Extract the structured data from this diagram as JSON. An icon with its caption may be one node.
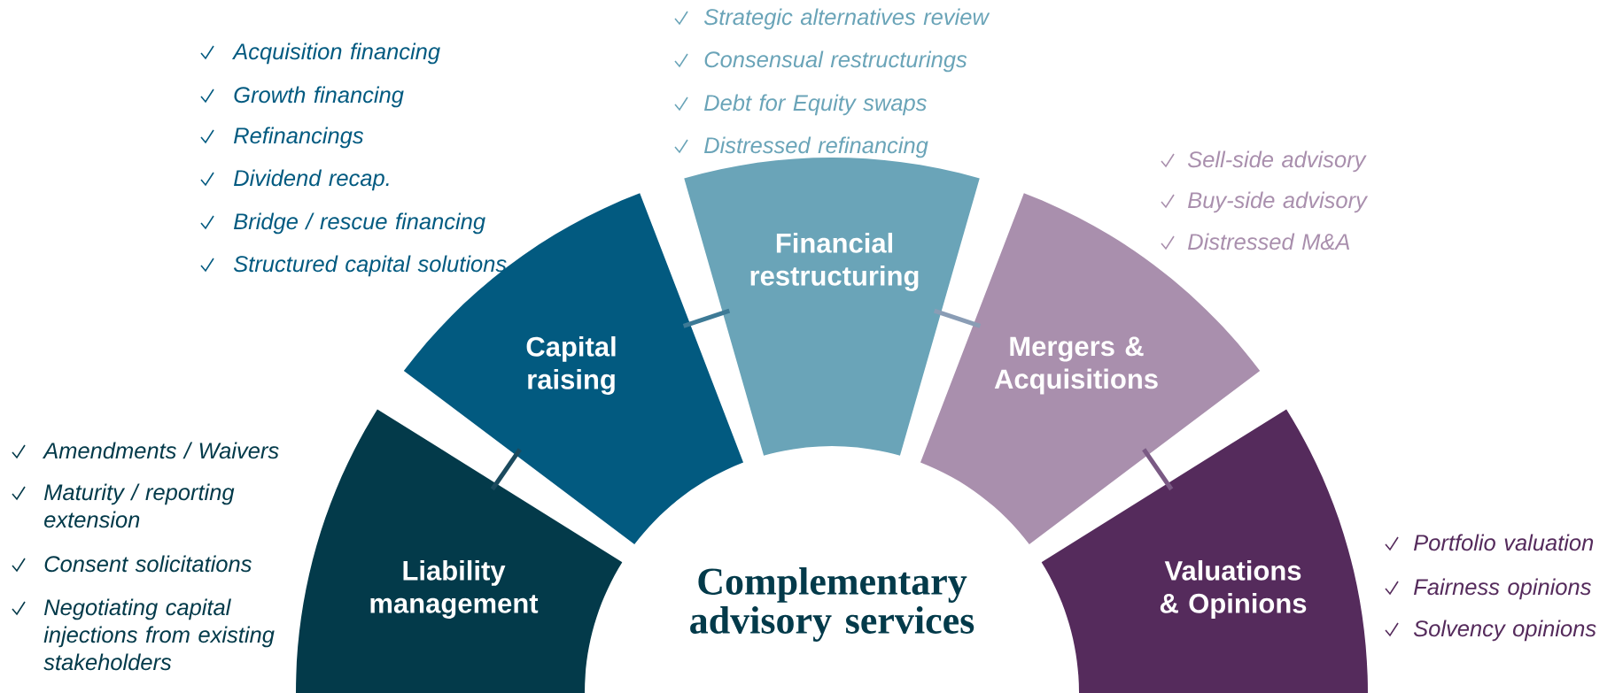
{
  "diagram": {
    "nodes": [
      {
        "text": [
          "Liability management"
        ],
        "beside": [
          "Amendments / Waivers",
          "Maturity / reporting extension",
          "Consent solicitations",
          "Negotiating capital injections from existing stakeholders"
        ]
      },
      {
        "text": [
          "Capital raising"
        ],
        "beside": [
          "Acquisition financing",
          "Growth financing",
          "Refinancings",
          "Dividend recap.",
          "Bridge / rescue financing",
          "Structured capital solutions"
        ]
      },
      {
        "text": [
          "Financial restructuring"
        ],
        "beside": [
          "Strategic alternatives review",
          "Consensual restructurings",
          "Debt for Equity swaps",
          "Distressed refinancing"
        ]
      },
      {
        "text": [
          "Mergers & Acquisitions"
        ],
        "beside": [
          "Sell-side advisory",
          "Buy-side advisory",
          "Distressed M&A"
        ]
      },
      {
        "text": [
          "Valuations & Opinions"
        ],
        "beside": [
          "Portfolio valuation",
          "Fairness opinions",
          "Solvency opinions"
        ]
      }
    ],
    "edges": [
      {
        "from": 0,
        "to": 1,
        "arrow": "none",
        "color": "#1b4a5e"
      },
      {
        "from": 1,
        "to": 2,
        "arrow": "none",
        "color": "#3d7a96"
      },
      {
        "from": 2,
        "to": 3,
        "arrow": "none",
        "color": "#8a9db5"
      },
      {
        "from": 3,
        "to": 4,
        "arrow": "none",
        "color": "#7a5a84"
      }
    ],
    "labels": [
      "Complementary advisory services"
    ]
  }
}
